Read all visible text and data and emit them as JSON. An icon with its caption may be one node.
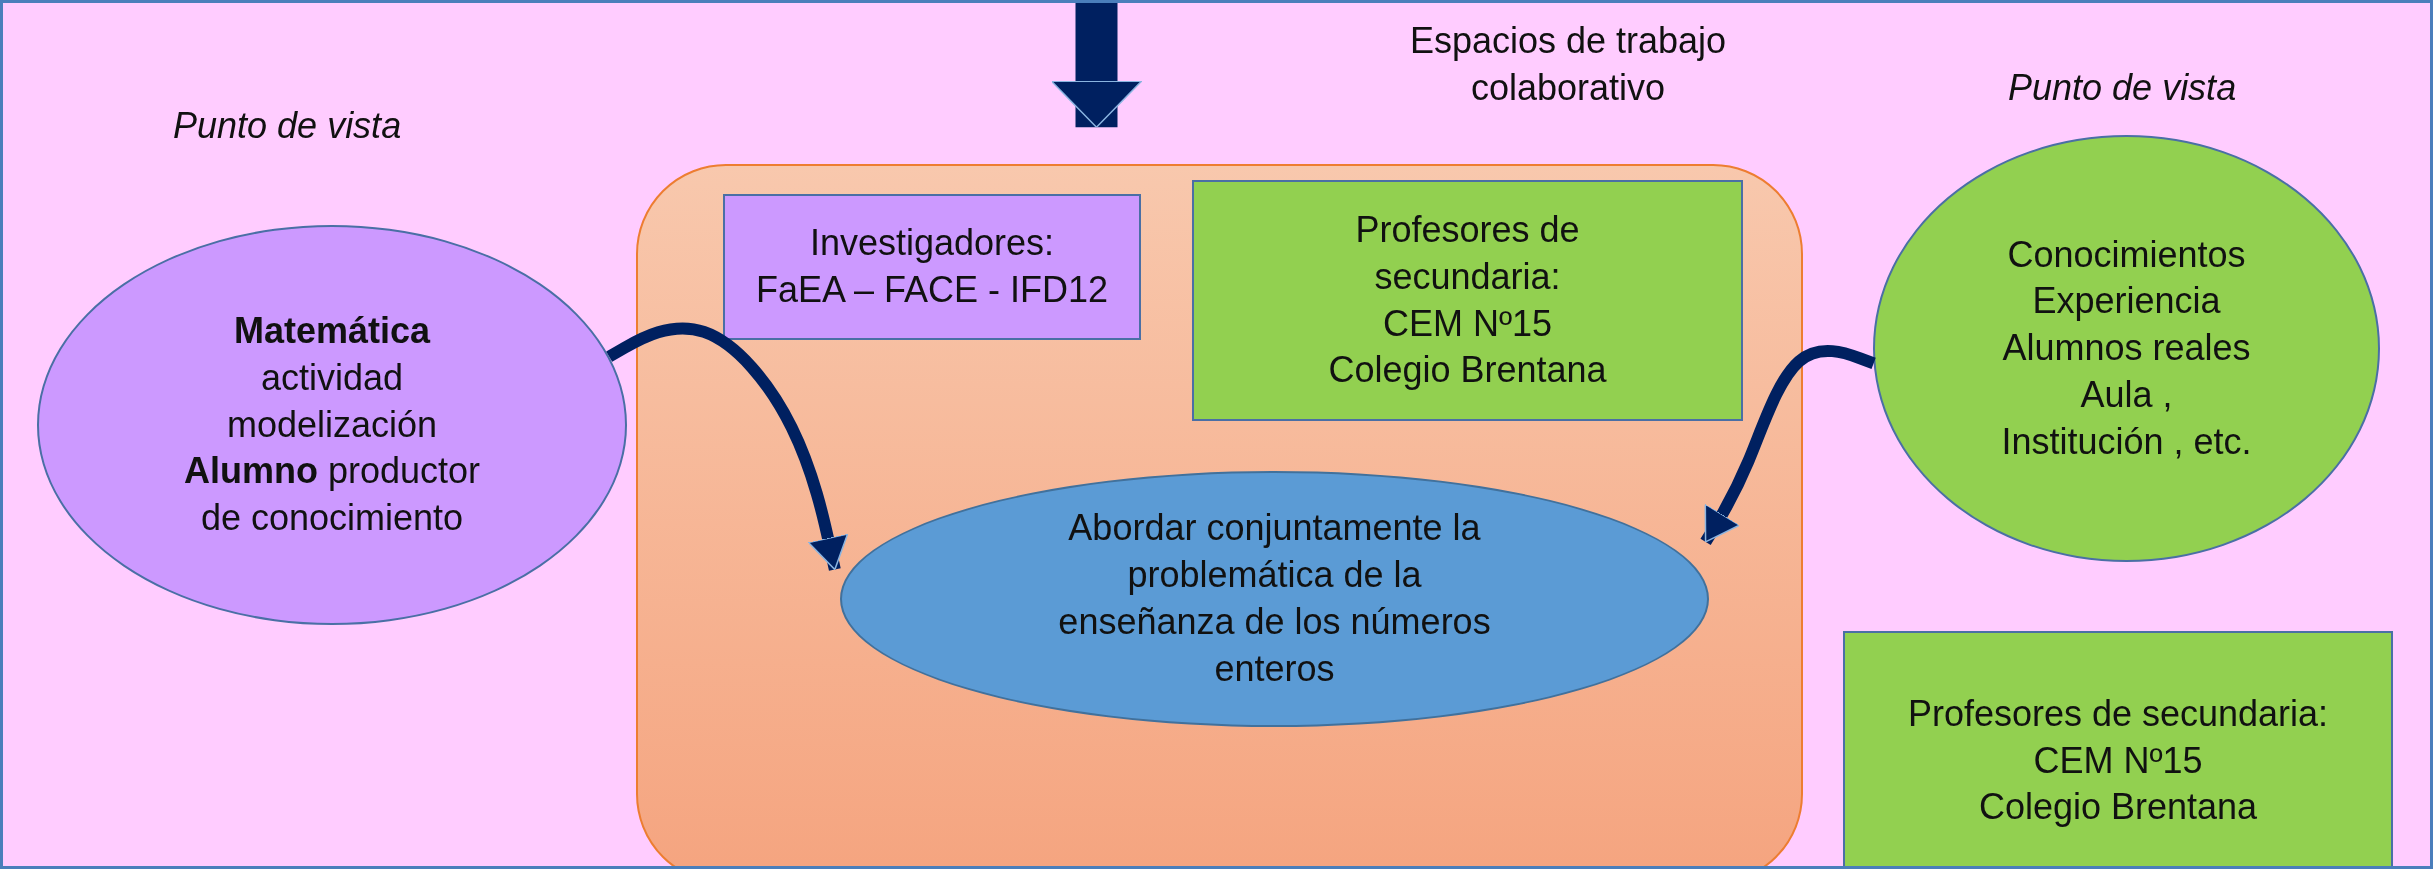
{
  "diagram": {
    "nodes": [
      {
        "text": [
          "**Matemática** actividad modelización **Alumno** productor de conocimiento"
        ],
        "beside": [
          "Punto de vista"
        ]
      },
      {
        "text": [
          "Espacios de trabajo colaborativo"
        ]
      },
      {
        "text": [
          "Investigadores:",
          "FaEA – FACE - IFD12"
        ],
        "in": 1
      },
      {
        "text": [
          "Profesores de secundaria:",
          "CEM Nº15",
          "Colegio Brentana"
        ],
        "in": 1
      },
      {
        "text": [
          "Abordar conjuntamente la problemática de la enseñanza de los números enteros"
        ],
        "in": 1
      },
      {
        "text": [
          "Conocimientos",
          "Experiencia",
          "Alumnos reales",
          "Aula ,",
          "Institución , etc."
        ],
        "beside": [
          "Punto de vista"
        ]
      },
      {
        "text": [
          "Profesores de secundaria:",
          "CEM Nº15",
          "Colegio Brentana"
        ]
      }
    ],
    "edges": [
      {
        "from": null,
        "to": 1,
        "arrow": "to",
        "style": "thick"
      },
      {
        "from": 0,
        "to": 4,
        "arrow": "to"
      },
      {
        "from": 5,
        "to": 4,
        "arrow": "to"
      }
    ]
  }
}
